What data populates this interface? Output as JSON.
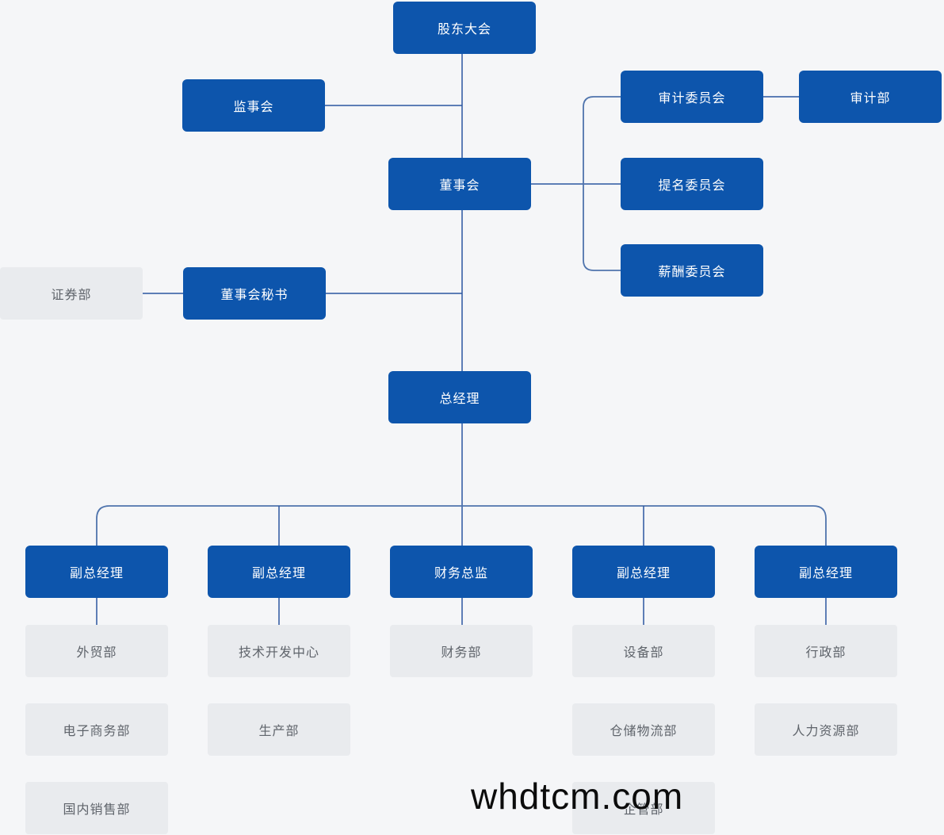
{
  "page": {
    "background": "#f5f6f8",
    "watermark_text": "whdtcm.com"
  },
  "colors": {
    "page_bg": "#f5f6f8",
    "primary_node": "#0d55ac",
    "primary_text": "#ffffff",
    "secondary_node": "#e9ebee",
    "secondary_text": "#5f646b",
    "connector": "#2b57a0",
    "connector_curve": "#4f74ad",
    "watermark": "#0c0c0c"
  },
  "org_chart": {
    "nodes": [
      {
        "id": "shareholders-meeting",
        "label": "股东大会",
        "type": "primary"
      },
      {
        "id": "supervisory-board",
        "label": "监事会",
        "type": "primary"
      },
      {
        "id": "board-of-directors",
        "label": "董事会",
        "type": "primary"
      },
      {
        "id": "audit-committee",
        "label": "审计委员会",
        "type": "primary"
      },
      {
        "id": "audit-department",
        "label": "审计部",
        "type": "primary"
      },
      {
        "id": "nomination-committee",
        "label": "提名委员会",
        "type": "primary"
      },
      {
        "id": "compensation-committee",
        "label": "薪酬委员会",
        "type": "primary"
      },
      {
        "id": "board-secretary",
        "label": "董事会秘书",
        "type": "primary"
      },
      {
        "id": "securities-department",
        "label": "证券部",
        "type": "secondary"
      },
      {
        "id": "general-manager",
        "label": "总经理",
        "type": "primary"
      },
      {
        "id": "deputy-gm-1",
        "label": "副总经理",
        "type": "primary"
      },
      {
        "id": "deputy-gm-2",
        "label": "副总经理",
        "type": "primary"
      },
      {
        "id": "finance-director",
        "label": "财务总监",
        "type": "primary"
      },
      {
        "id": "deputy-gm-3",
        "label": "副总经理",
        "type": "primary"
      },
      {
        "id": "deputy-gm-4",
        "label": "副总经理",
        "type": "primary"
      },
      {
        "id": "foreign-trade-dept",
        "label": "外贸部",
        "type": "secondary"
      },
      {
        "id": "tech-development-center",
        "label": "技术开发中心",
        "type": "secondary"
      },
      {
        "id": "finance-dept",
        "label": "财务部",
        "type": "secondary"
      },
      {
        "id": "equipment-dept",
        "label": "设备部",
        "type": "secondary"
      },
      {
        "id": "admin-dept",
        "label": "行政部",
        "type": "secondary"
      },
      {
        "id": "ecommerce-dept",
        "label": "电子商务部",
        "type": "secondary"
      },
      {
        "id": "production-dept",
        "label": "生产部",
        "type": "secondary"
      },
      {
        "id": "warehouse-logistics-dept",
        "label": "仓储物流部",
        "type": "secondary"
      },
      {
        "id": "hr-dept",
        "label": "人力资源部",
        "type": "secondary"
      },
      {
        "id": "domestic-sales-dept",
        "label": "国内销售部",
        "type": "secondary"
      },
      {
        "id": "enterprise-mgmt-dept",
        "label": "企管部",
        "type": "secondary"
      }
    ]
  }
}
